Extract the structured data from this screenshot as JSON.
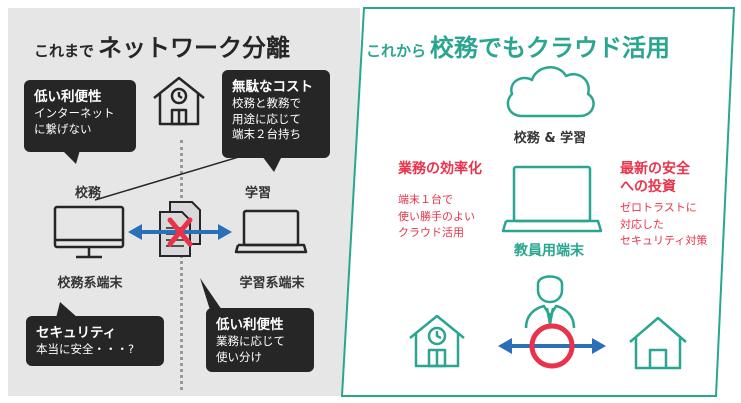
{
  "left": {
    "title_small": "これまで",
    "title_big": "ネットワーク分離",
    "bubble_convenience": {
      "heading": "低い利便性",
      "lines": [
        "インターネット",
        "に繋げない"
      ]
    },
    "bubble_cost": {
      "heading": "無駄なコスト",
      "lines": [
        "校務と教務で",
        "用途に応じて",
        "端末２台持ち"
      ]
    },
    "bubble_security": {
      "heading": "セキュリティ",
      "lines": [
        "本当に安全・・・?"
      ]
    },
    "bubble_usage": {
      "heading": "低い利便性",
      "lines": [
        "業務に応じて",
        "使い分け"
      ]
    },
    "label_admin": "校務",
    "label_learning": "学習",
    "label_admin_terminal": "校務系端末",
    "label_learning_terminal": "学習系端末"
  },
  "right": {
    "title_small": "これから",
    "title_big": "校務でもクラウド活用",
    "cloud_label": "校務 & 学習",
    "efficiency": {
      "heading": "業務の効率化",
      "lines": [
        "端末１台で",
        "使い勝手のよい",
        "クラウド活用"
      ]
    },
    "security": {
      "heading_lines": [
        "最新の安全",
        "への投資"
      ],
      "lines": [
        "ゼロトラストに",
        "対応した",
        "セキュリティ対策"
      ]
    },
    "device_label": "教員用端末"
  },
  "colors": {
    "accent_teal": "#2aa58f",
    "accent_red": "#e8334a",
    "arrow_blue": "#2a6fb8",
    "panel_gray": "#e6e6e6",
    "bubble_dark": "#262626"
  }
}
